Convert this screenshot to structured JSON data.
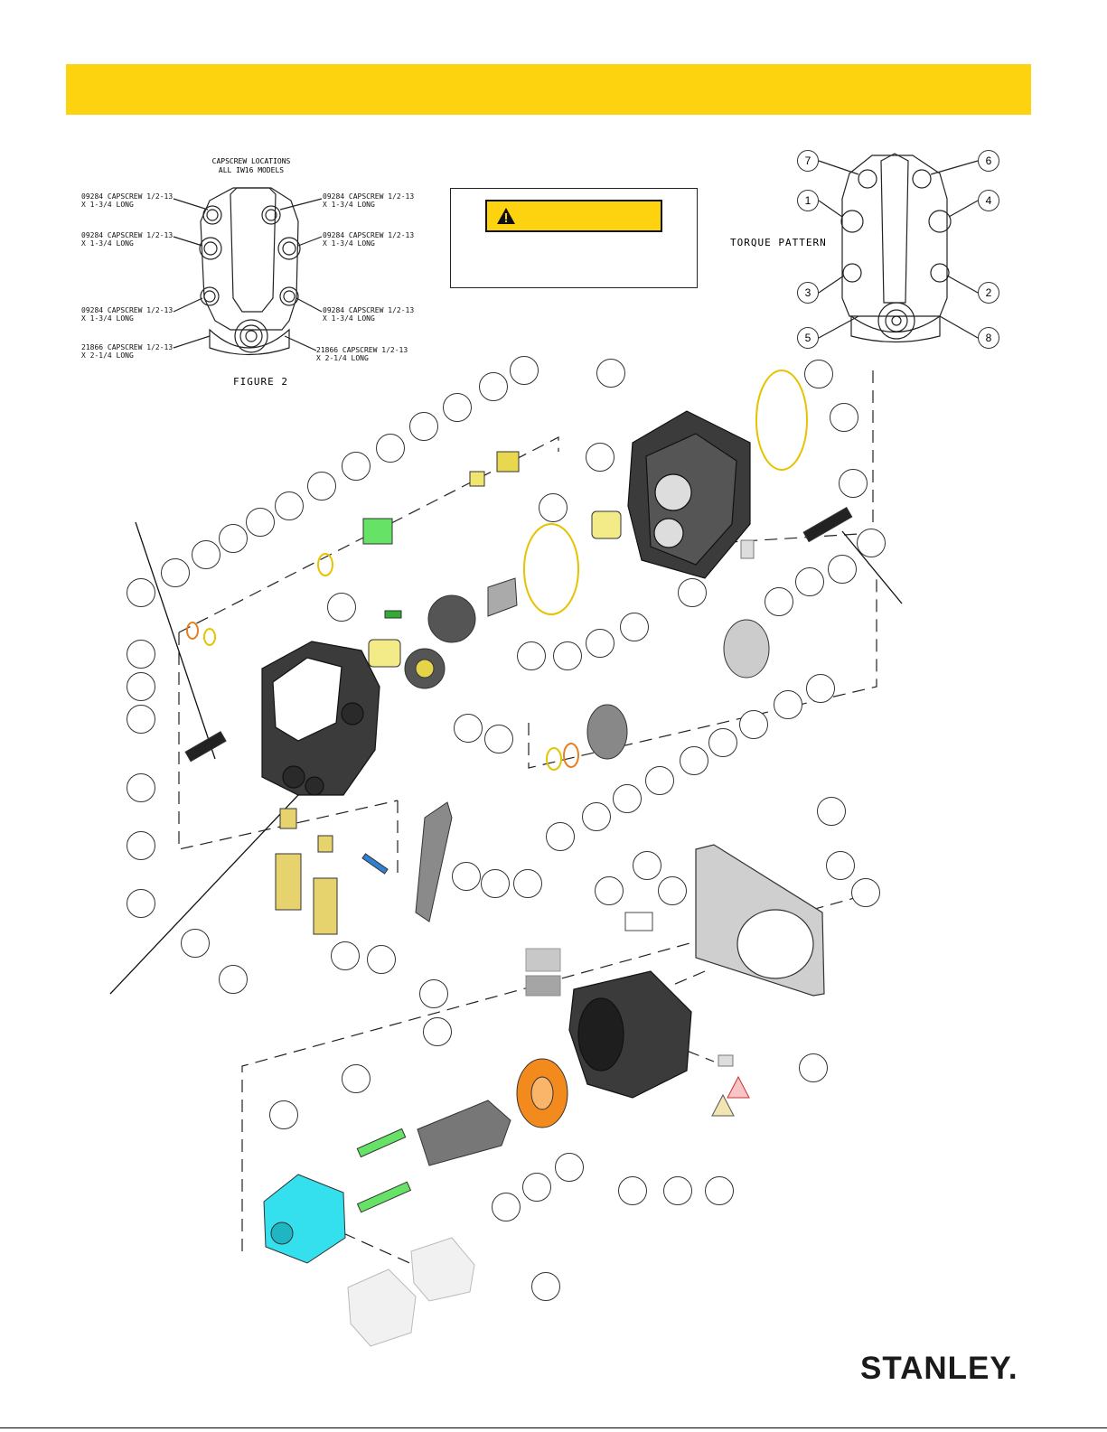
{
  "header": {
    "title": ""
  },
  "figure2": {
    "title": "CAPSCREW LOCATIONS\nALL IW16 MODELS",
    "caption": "FIGURE 2",
    "labels": [
      "09284 CAPSCREW 1/2-13\nX 1-3/4 LONG",
      "09284 CAPSCREW 1/2-13\nX 1-3/4 LONG",
      "09284 CAPSCREW 1/2-13\nX 1-3/4 LONG",
      "21866 CAPSCREW 1/2-13\nX 2-1/4 LONG",
      "09284 CAPSCREW 1/2-13\nX 1-3/4 LONG",
      "09284 CAPSCREW 1/2-13\nX 1-3/4 LONG",
      "09284 CAPSCREW 1/2-13\nX 1-3/4 LONG",
      "21866 CAPSCREW 1/2-13\nX 2-1/4 LONG"
    ]
  },
  "warning": {
    "label": "",
    "body": ""
  },
  "torque": {
    "label": "TORQUE PATTERN",
    "numbers": [
      "7",
      "6",
      "1",
      "4",
      "3",
      "2",
      "5",
      "8"
    ]
  },
  "brand": {
    "logo": "STANLEY."
  },
  "colors": {
    "accent_yellow": "#FDD20E",
    "cyan_part": "#35E0EE",
    "green_part": "#66E266",
    "orange_part": "#F28A1E"
  }
}
